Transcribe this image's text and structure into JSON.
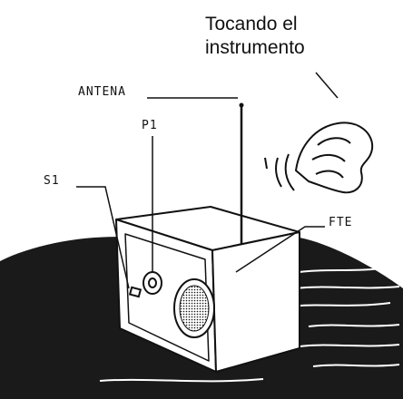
{
  "caption": {
    "line1": "Tocando el",
    "line2": "instrumento"
  },
  "labels": {
    "antenna": "ANTENA",
    "p1": "P1",
    "s1": "S1",
    "fte": "FTE"
  },
  "colors": {
    "ink": "#111111",
    "background": "#ffffff",
    "shadow": "#1a1a1a"
  }
}
